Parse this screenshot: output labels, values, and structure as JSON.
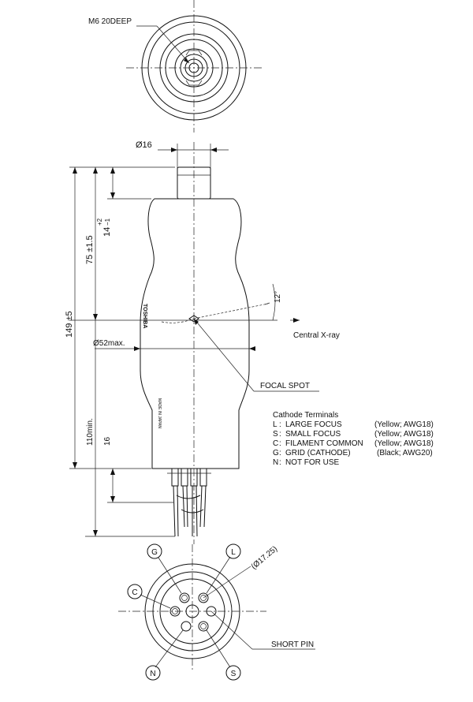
{
  "labels": {
    "thread": "M6 20DEEP",
    "dia_top": "Ø16",
    "len_149": "149 ±5",
    "len_75": "75 ±1.5",
    "len_14": "14",
    "tol_14_upper": "+2",
    "tol_14_lower": "−1",
    "angle": "12°",
    "central_xray": "Central X-ray",
    "dia_52": "Ø52max.",
    "focal_spot": "FOCAL SPOT",
    "len_110": "110min.",
    "len_16": "16",
    "brand": "TOSHIBA",
    "made_in": "MADE IN JAPAN",
    "pcd": "(Ø17.25)",
    "short_pin": "SHORT PIN"
  },
  "terminals": {
    "title": "Cathode Terminals",
    "rows": [
      {
        "code": "L",
        "desc": "LARGE FOCUS",
        "wire": "(Yellow; AWG18)"
      },
      {
        "code": "S",
        "desc": "SMALL FOCUS",
        "wire": "(Yellow; AWG18)"
      },
      {
        "code": "C",
        "desc": "FILAMENT COMMON",
        "wire": "(Yellow; AWG18)"
      },
      {
        "code": "G",
        "desc": "GRID (CATHODE)",
        "wire": "(Black; AWG20)"
      },
      {
        "code": "N",
        "desc": "NOT FOR USE",
        "wire": ""
      }
    ]
  },
  "pin_callouts": {
    "g": "G",
    "l": "L",
    "c": "C",
    "n": "N",
    "s": "S"
  }
}
